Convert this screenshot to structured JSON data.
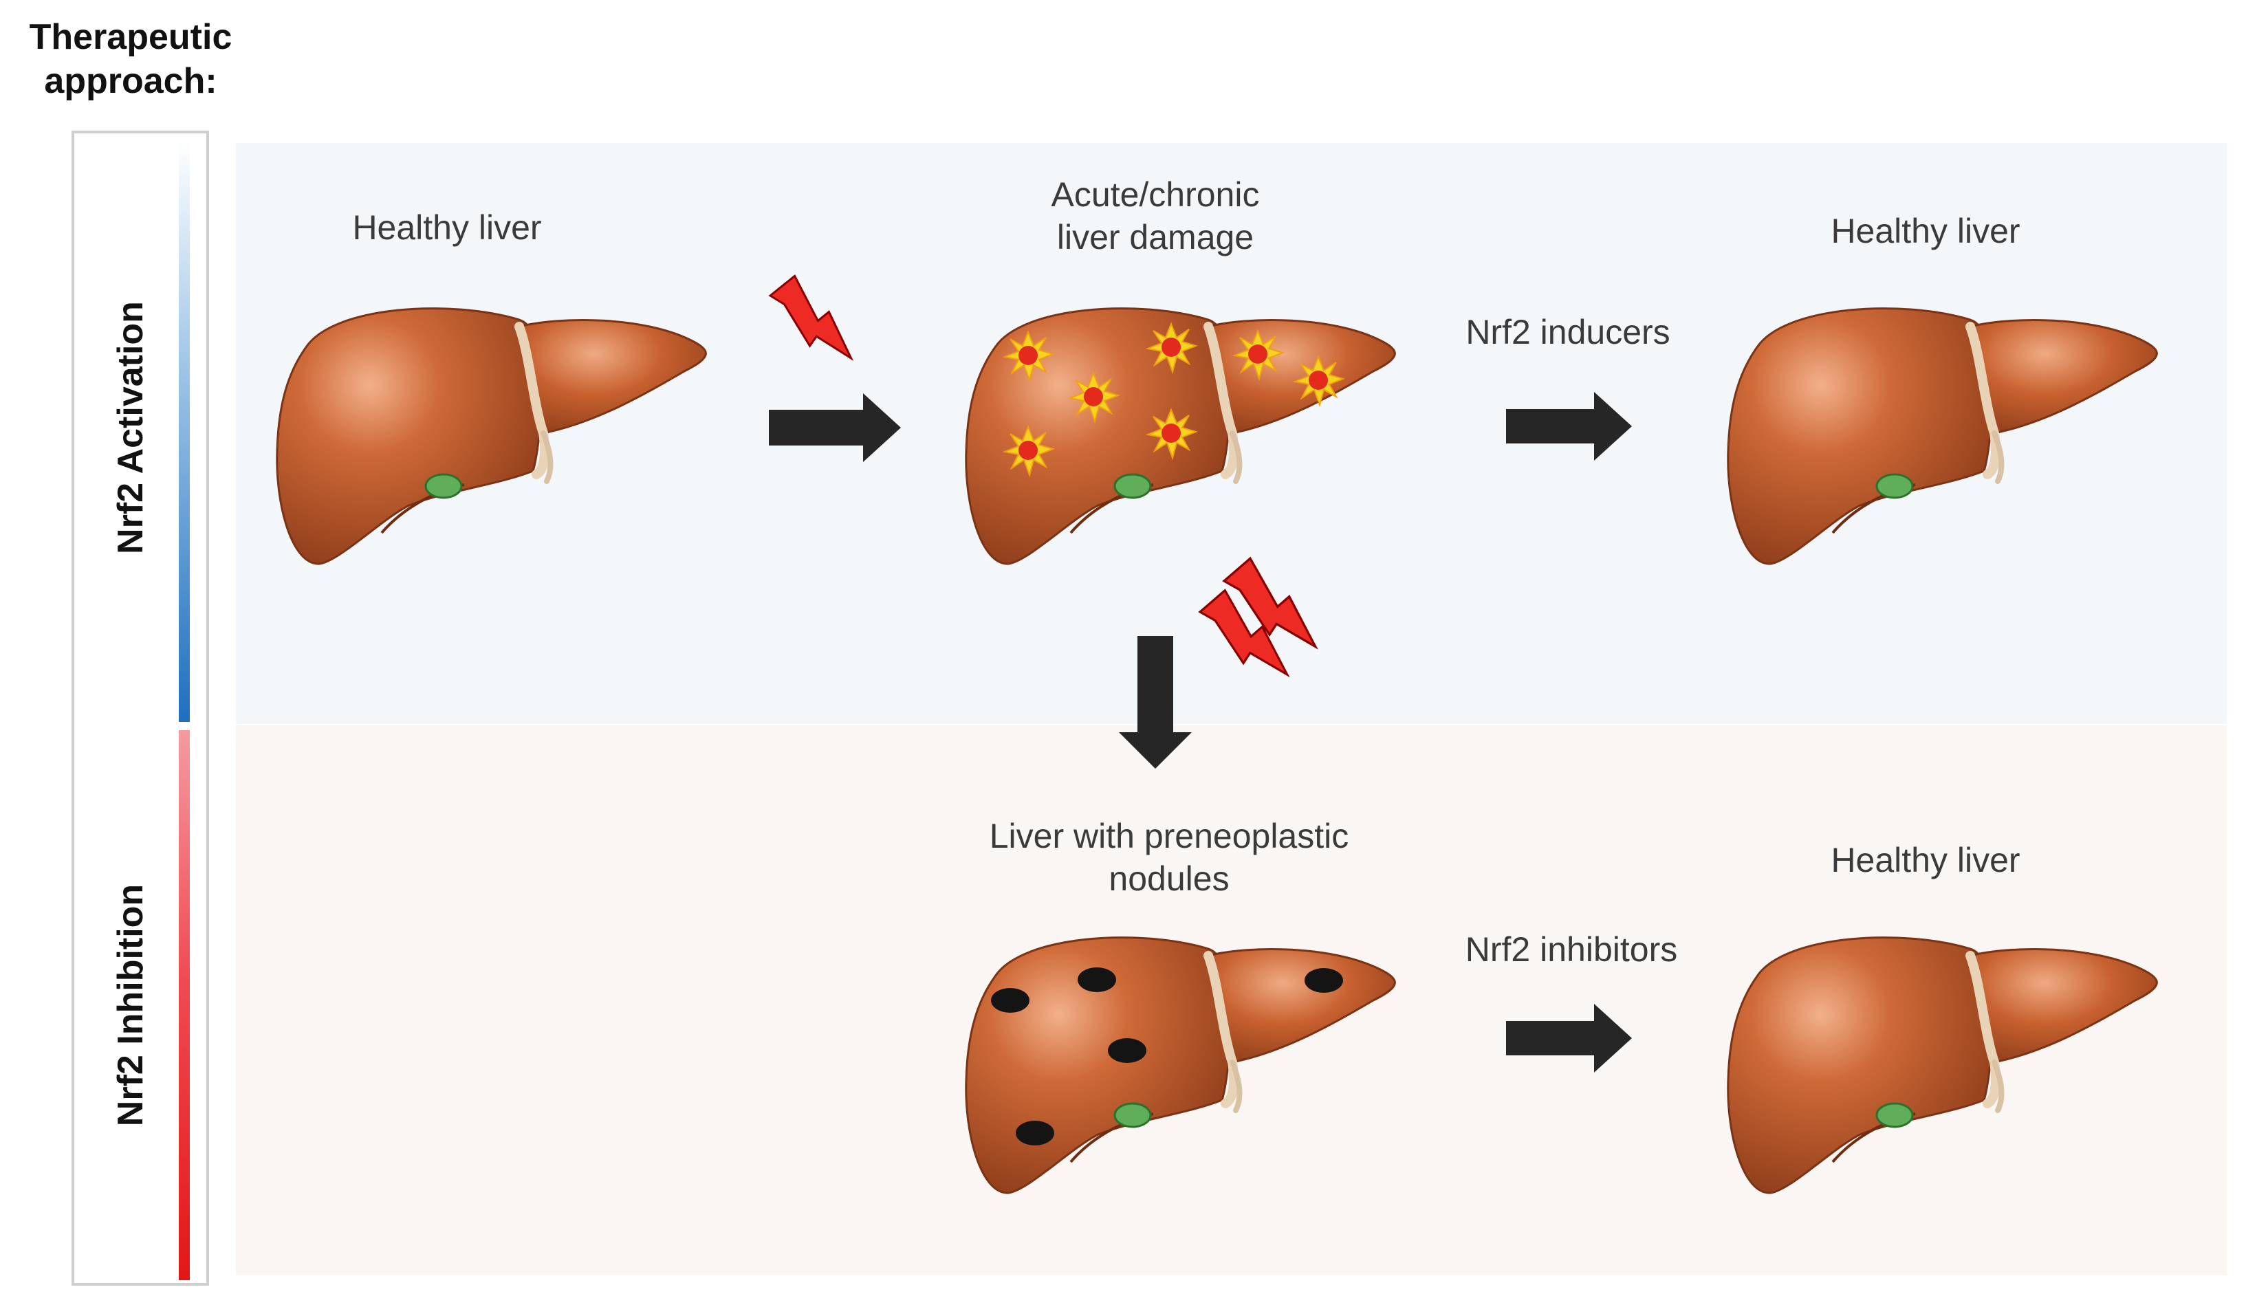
{
  "header": {
    "title_line1": "Therapeutic",
    "title_line2": "approach:"
  },
  "sidebar": {
    "activation_label": "Nrf2 Activation",
    "inhibition_label": "Nrf2 Inhibition"
  },
  "top_row": {
    "liver1_label": "Healthy liver",
    "liver2_label_line1": "Acute/chronic",
    "liver2_label_line2": "liver damage",
    "arrow2_label": "Nrf2 inducers",
    "liver3_label": "Healthy liver"
  },
  "bottom_row": {
    "liver4_label_line1": "Liver with preneoplastic",
    "liver4_label_line2": "nodules",
    "arrow_label": "Nrf2 inhibitors",
    "liver5_label": "Healthy liver"
  },
  "colors": {
    "liver": "#c8612f",
    "liver_dark": "#8f3d1a",
    "gallbladder": "#5fae5a",
    "arrow": "#262626",
    "lightning": "#ee2a24",
    "activation_bar": "#1f6fc0",
    "inhibition_bar": "#e41616"
  },
  "icons": [
    "lightning-icon",
    "starburst-icon",
    "nodule-icon",
    "arrow-right-icon",
    "arrow-down-icon"
  ]
}
